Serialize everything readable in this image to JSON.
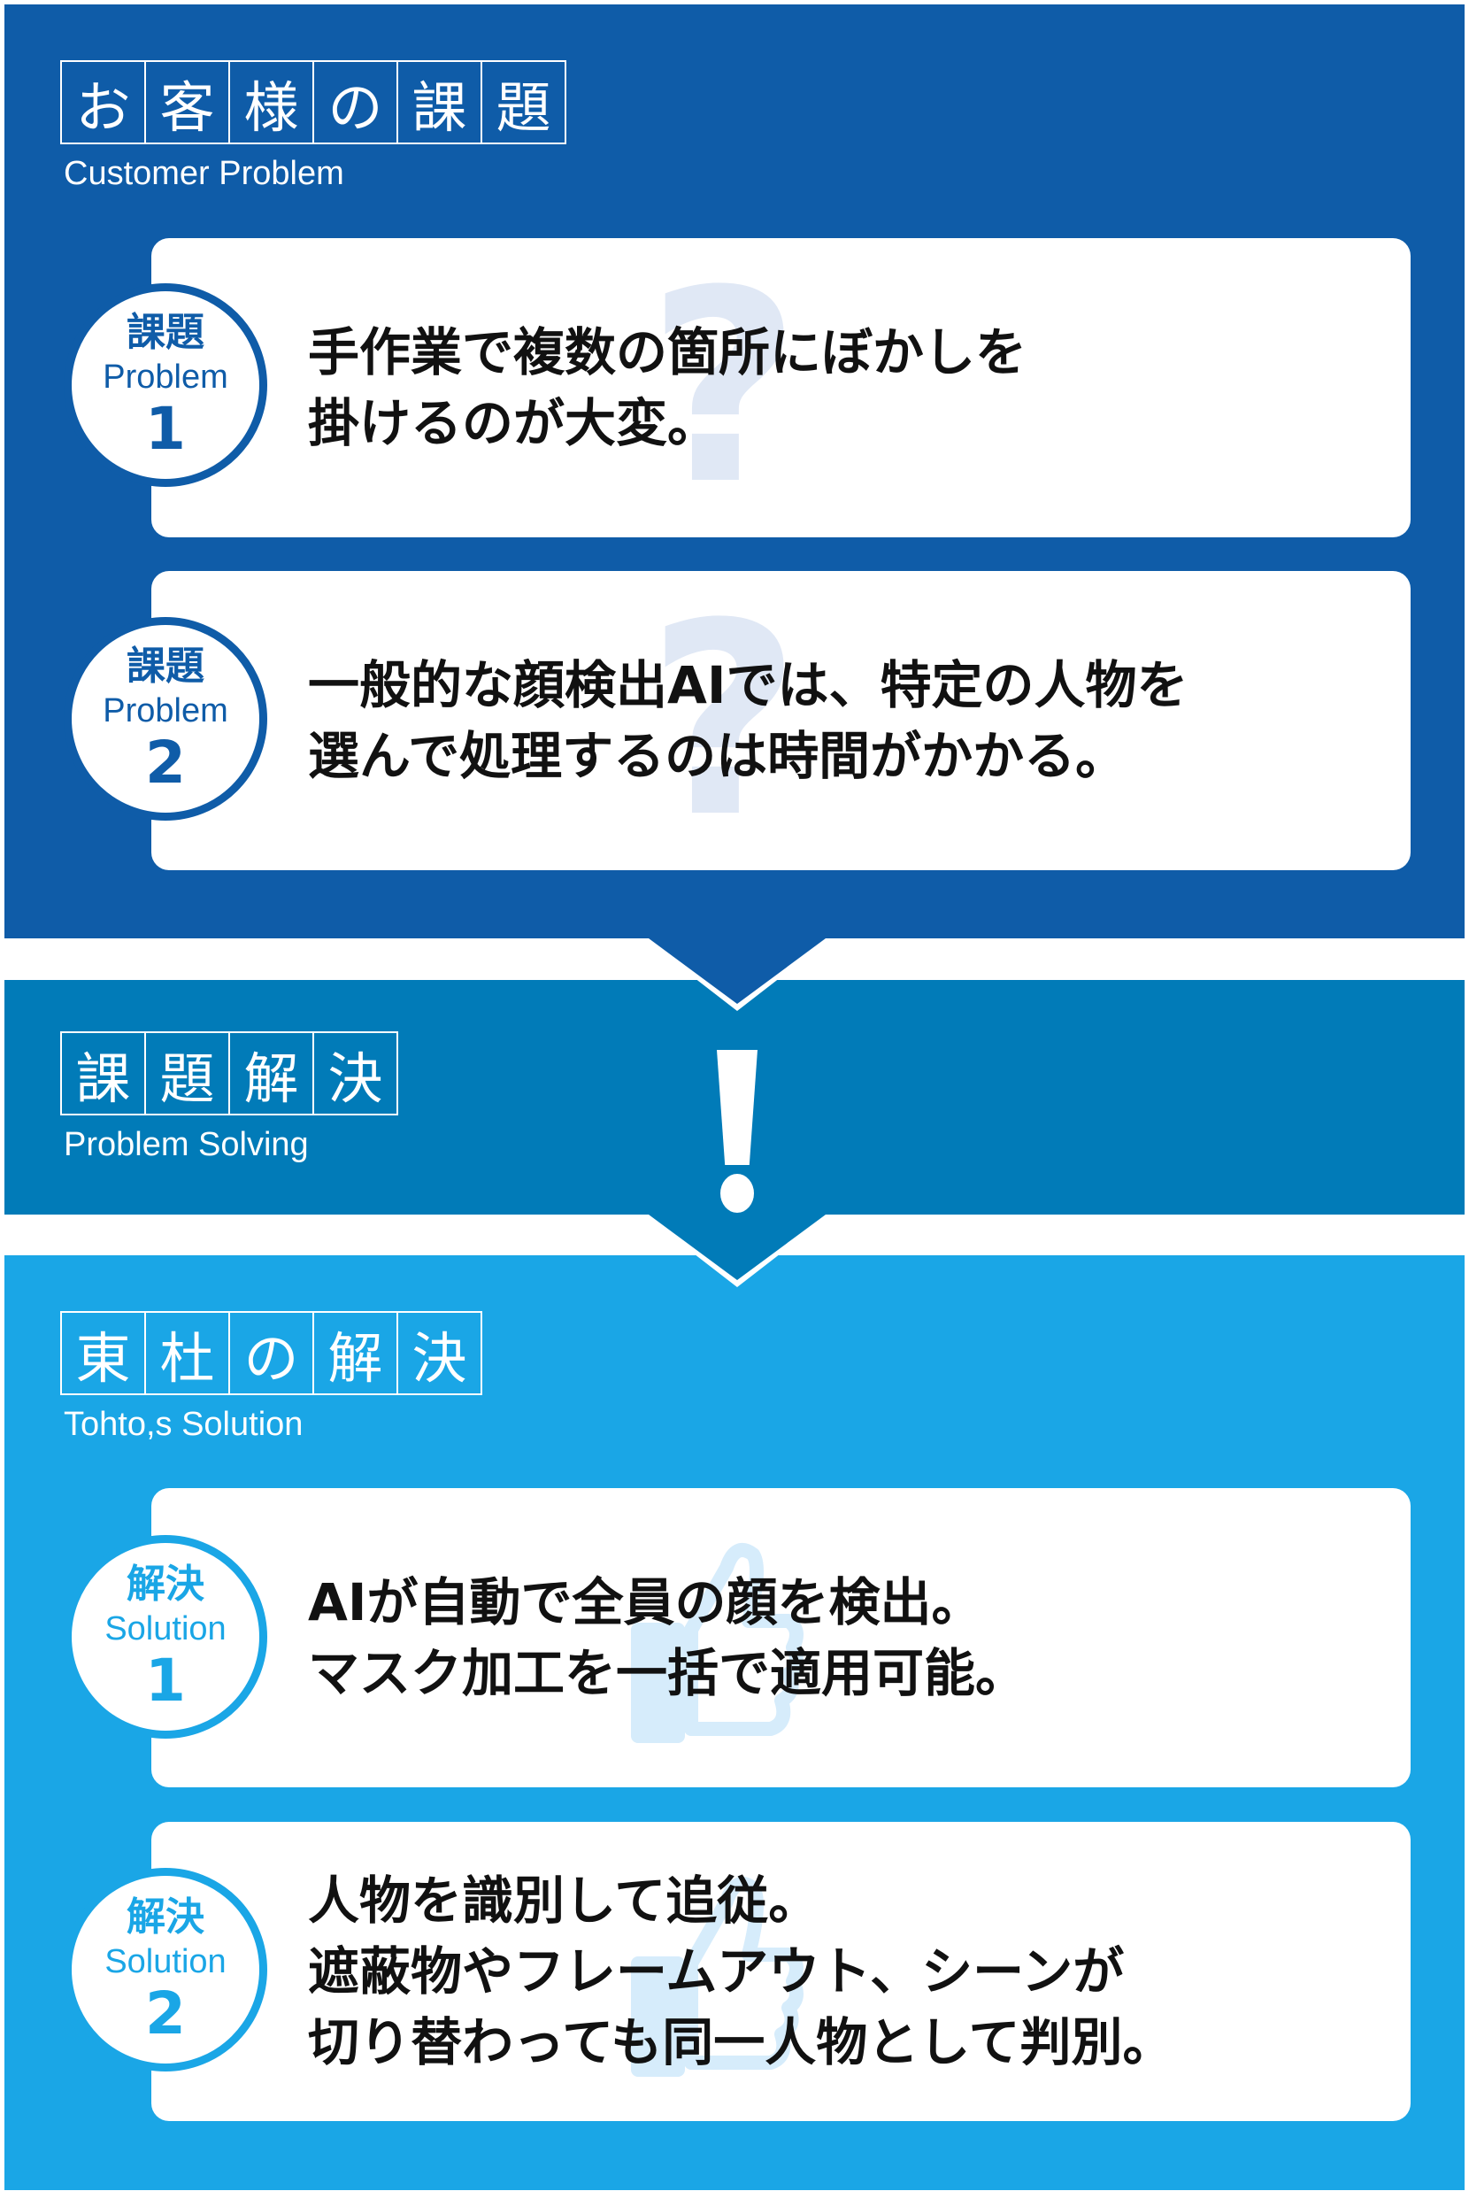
{
  "colors": {
    "section1": "#0f5ca8",
    "section2": "#017bb8",
    "section3": "#1aa6e6"
  },
  "problems": {
    "title_chars": [
      "お",
      "客",
      "様",
      "の",
      "課",
      "題"
    ],
    "subtitle": "Customer Problem",
    "items": [
      {
        "badge_jp": "課題",
        "badge_en": "Problem",
        "number": "1",
        "lines": [
          "手作業で複数の箇所にぼかしを",
          "掛けるのが大変。"
        ],
        "icon": "question-mark-icon"
      },
      {
        "badge_jp": "課題",
        "badge_en": "Problem",
        "number": "2",
        "lines": [
          "一般的な顔検出AIでは、特定の人物を",
          "選んで処理するのは時間がかかる。"
        ],
        "icon": "question-mark-icon"
      }
    ]
  },
  "solving": {
    "title_chars": [
      "課",
      "題",
      "解",
      "決"
    ],
    "subtitle": "Problem Solving",
    "icon": "exclamation-icon"
  },
  "solutions": {
    "title_chars": [
      "東",
      "杜",
      "の",
      "解",
      "決"
    ],
    "subtitle": "Tohto,s Solution",
    "items": [
      {
        "badge_jp": "解決",
        "badge_en": "Solution",
        "number": "1",
        "lines": [
          "AIが自動で全員の顔を検出。",
          "マスク加工を一括で適用可能。"
        ],
        "icon": "thumbs-up-icon"
      },
      {
        "badge_jp": "解決",
        "badge_en": "Solution",
        "number": "2",
        "lines": [
          "人物を識別して追従。",
          "遮蔽物やフレームアウト、シーンが",
          "切り替わっても同一人物として判別。"
        ],
        "icon": "thumbs-up-icon"
      }
    ]
  }
}
